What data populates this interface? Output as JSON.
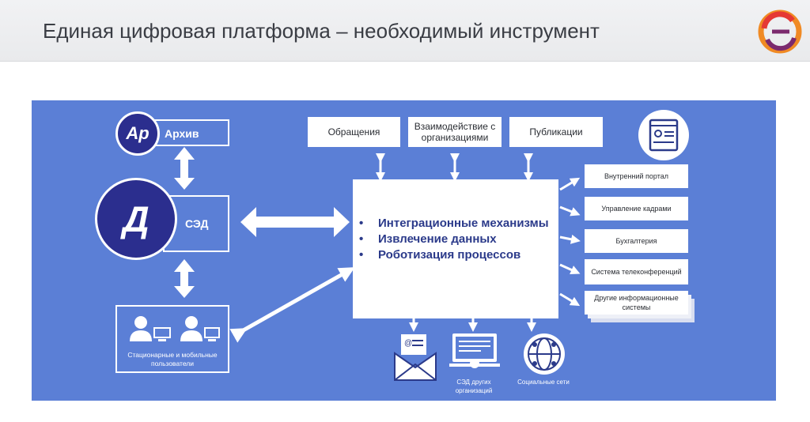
{
  "title": "Единая цифровая платформа – необходимый инструмент",
  "logo_icon": "brand-logo-swirl",
  "colors": {
    "background": "#5b7fd6",
    "circle": "#2b2e8e",
    "accent_text": "#2b3a8a"
  },
  "archive": {
    "badge": "Ар",
    "label": "Архив"
  },
  "sed": {
    "badge": "Д",
    "label": "СЭД"
  },
  "users": {
    "label": "Стационарные и мобильные пользователи",
    "icon": "users-computers-icon"
  },
  "top_boxes": [
    "Обращения",
    "Взаимодействие с организациями",
    "Публикации"
  ],
  "center": {
    "items": [
      "Интеграционные механизмы",
      "Извлечение данных",
      "Роботизация процессов"
    ],
    "bullet": "•"
  },
  "right_boxes": [
    "Внутренний портал",
    "Управление кадрами",
    "Бухгалтерия",
    "Система телеконференций",
    "Другие информационные системы"
  ],
  "bottom": {
    "email_icon": "email-envelope-icon",
    "sed_other": "СЭД других организаций",
    "social": "Социальные сети"
  },
  "portal_icon": "web-portal-icon"
}
